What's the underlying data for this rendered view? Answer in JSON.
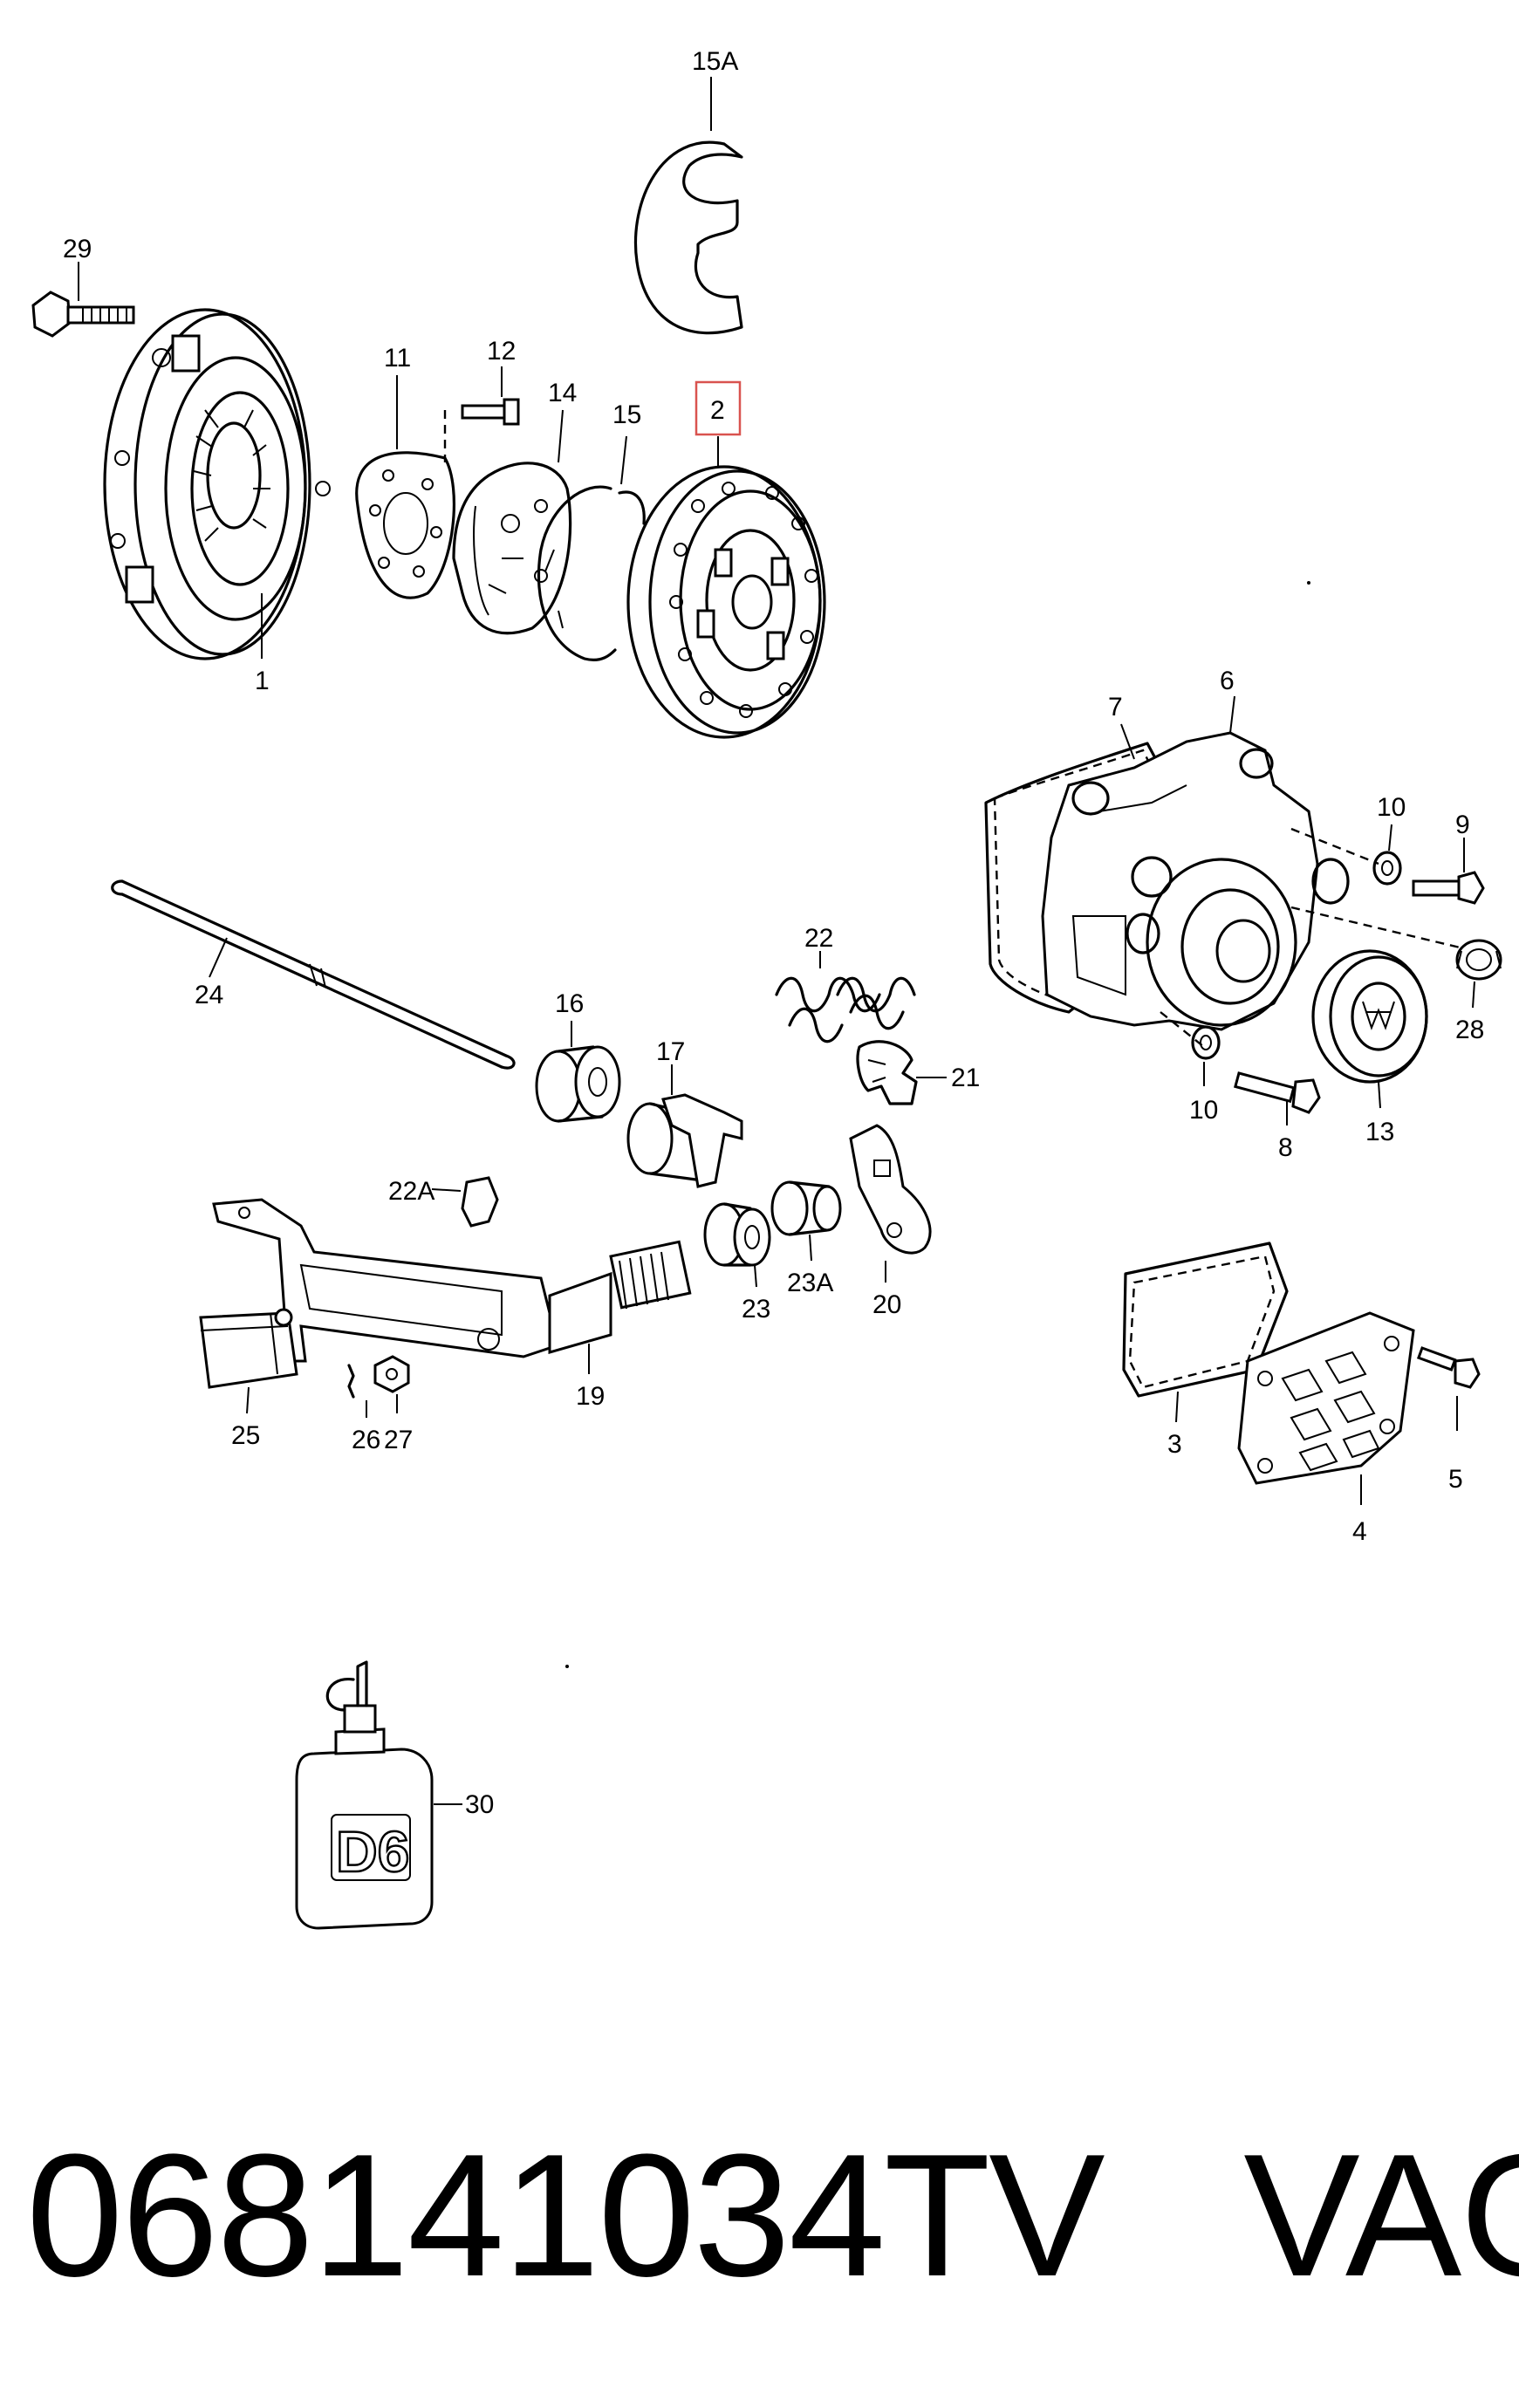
{
  "callouts": {
    "c1": "1",
    "c2": "2",
    "c3": "3",
    "c4": "4",
    "c5": "5",
    "c6": "6",
    "c7": "7",
    "c8": "8",
    "c9": "9",
    "c10a": "10",
    "c10b": "10",
    "c11": "11",
    "c12": "12",
    "c13": "13",
    "c14": "14",
    "c15": "15",
    "c15a": "15A",
    "c16": "16",
    "c17": "17",
    "c19": "19",
    "c20": "20",
    "c21": "21",
    "c22": "22",
    "c22a": "22A",
    "c23": "23",
    "c23a": "23A",
    "c24": "24",
    "c25": "25",
    "c26": "26",
    "c27": "27",
    "c28": "28",
    "c29": "29",
    "c30": "30"
  },
  "highlighted_part": "2",
  "highlight_color": "#d9534f",
  "bottle_label": "D6",
  "footer": {
    "part_number": "068141034TV",
    "brand": "VAG"
  }
}
